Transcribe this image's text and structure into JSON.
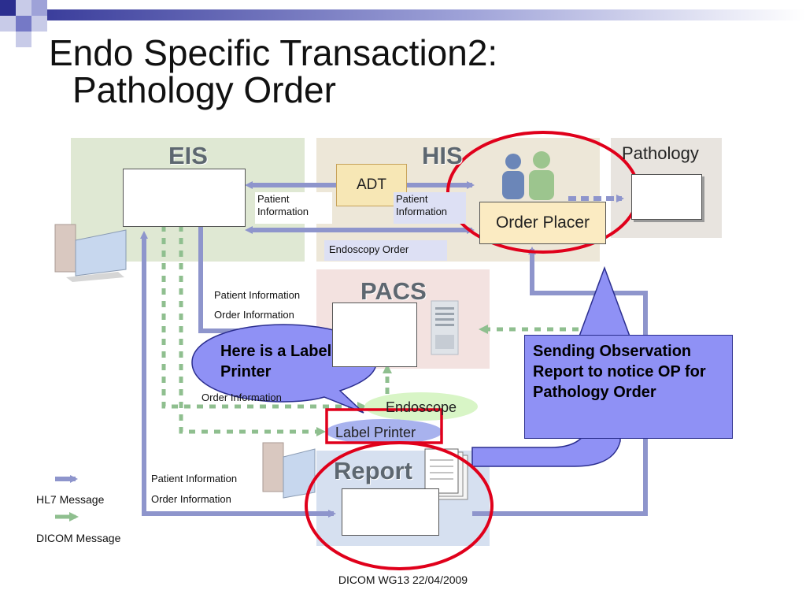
{
  "slide": {
    "title_line1": "Endo Specific Transaction2:",
    "title_line2": "Pathology Order",
    "footer": "DICOM WG13 22/04/2009"
  },
  "systems": {
    "eis": "EIS",
    "his": "HIS",
    "pathology": "Pathology",
    "pacs": "PACS",
    "report": "Report",
    "adt": "ADT",
    "order_placer": "Order Placer",
    "endoscope": "Endoscope",
    "label_printer": "Label Printer"
  },
  "messages": {
    "eis_adt_patient_info": "Patient Information",
    "adt_op_patient_info": "Patient Information",
    "endoscopy_order": "Endoscopy Order",
    "pacs_patient_info": "Patient Information",
    "pacs_order_info": "Order Information",
    "endoscope_order_info": "Order Information",
    "report_patient_info": "Patient Information",
    "report_order_info": "Order Information"
  },
  "callouts": {
    "label_printer_bubble": "Here is a Label Printer",
    "observation_report": "Sending Observation Report to notice OP for Pathology Order"
  },
  "legend": {
    "hl7": "HL7 Message",
    "dicom": "DICOM Message"
  },
  "colors": {
    "hl7_arrow": "#8e95cc",
    "dicom_arrow": "#8fbf8f",
    "highlight_red": "#e0001b",
    "callout_blue": "#8f91f5"
  }
}
